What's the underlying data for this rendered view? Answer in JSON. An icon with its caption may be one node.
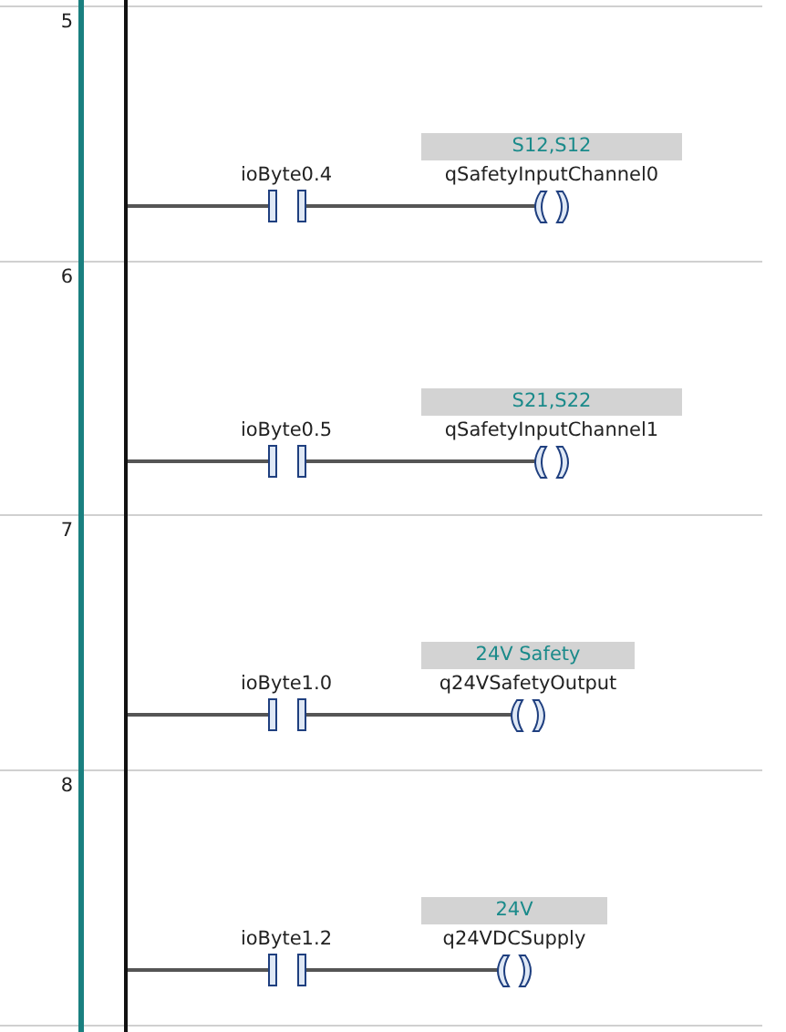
{
  "diagram": {
    "nodes": [
      {
        "text": [],
        "shape": "bar"
      },
      {
        "text": [
          "ioByte0.4"
        ]
      },
      {
        "text": [
          "S12,S12",
          "qSafetyInputChannel0"
        ]
      },
      {
        "text": [
          "ioByte0.5"
        ]
      },
      {
        "text": [
          "S21,S22",
          "qSafetyInputChannel1"
        ]
      },
      {
        "text": [
          "ioByte1.0"
        ]
      },
      {
        "text": [
          "24V Safety",
          "q24VSafetyOutput"
        ]
      },
      {
        "text": [
          "ioByte1.2"
        ]
      },
      {
        "text": [
          "24V",
          "q24VDCSupply"
        ]
      }
    ],
    "edges": [
      {
        "from": 0,
        "to": 1,
        "arrow": "none"
      },
      {
        "from": 1,
        "to": 2,
        "arrow": "none"
      },
      {
        "from": 0,
        "to": 3,
        "arrow": "none"
      },
      {
        "from": 3,
        "to": 4,
        "arrow": "none"
      },
      {
        "from": 0,
        "to": 5,
        "arrow": "none"
      },
      {
        "from": 5,
        "to": 6,
        "arrow": "none"
      },
      {
        "from": 0,
        "to": 7,
        "arrow": "none"
      },
      {
        "from": 7,
        "to": 8,
        "arrow": "none"
      }
    ],
    "labels": [
      "5",
      "6",
      "7",
      "8"
    ]
  }
}
